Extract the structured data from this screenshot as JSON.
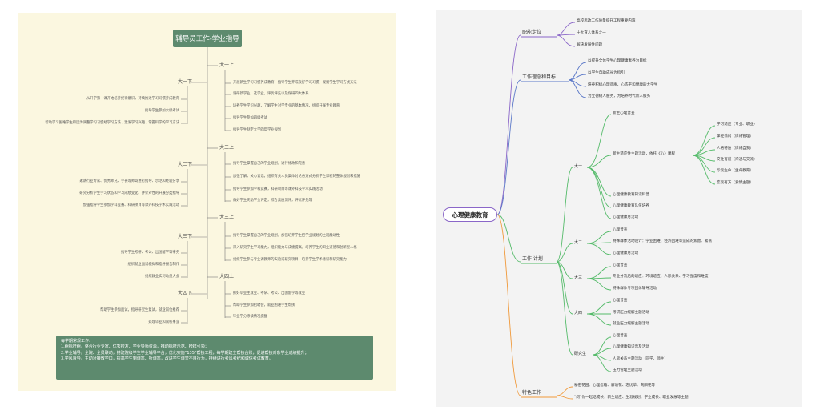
{
  "left": {
    "title": "辅导员工作-学业指导",
    "colors": {
      "panel": "#fbf7e0",
      "root": "#5d8a6e",
      "line": "#777777"
    },
    "up_branches": [
      {
        "label": "大一上",
        "items": [
          "开展新生学习习惯养成教育，指导学生养成良好学习习惯，规划学生学习方式方法",
          "调研新学业，选学业，评优评先以及保研四大体系",
          "培养学生学习兴趣，了解学生对学专业的基本情况，组织开展专业教育",
          "指导学生参加四级考试",
          "指导学生制定大学四年学业规划"
        ]
      },
      {
        "label": "大二上",
        "items": [
          "指导学生掌握自己的学业规划，进行修改和完善",
          "加强了解，关心谈话，组织有关人员集体讨论各方式分析学生课程的整体规划和措施",
          "指导学生参加学科竞赛，科研项目等课外科技学术实践活动",
          "做好学生奖助学金评定，综合素质测评，评优评先等"
        ]
      },
      {
        "label": "大三上",
        "items": [
          "指导学生掌握自己的学业规划，加强培养学生把学业规划的主观能动性",
          "深入研究学生学习能力，组织能力与成绩提高，培养学生的职业道德和创新型人格",
          "组织学生参与专业课教师的实验或研究项目，培养学生学术意识和研究能力"
        ]
      },
      {
        "label": "大四上",
        "items": [
          "抓好毕业生就业、考研、考公、出国留学等就业",
          "帮助学生参加招聘会，就业困难学生帮扶",
          "毕业学分修读情况提醒"
        ]
      }
    ],
    "down_branches": [
      {
        "label": "大一下",
        "items": [
          "从开学第一课开始培养纪律意识，持续推进学习习惯养成教育",
          "指导学生参加六级考试",
          "帮助学习困难学生和因为调整学习习惯经学习方法、激发学习兴趣、掌握科学的学习方法"
        ]
      },
      {
        "label": "大二下",
        "items": [
          "邀请行业专家、优秀师兄、学长等师哥进行指导、示范和经验分享",
          "研究分析学生学习状态和学习成绩变化，并针对性的开展分类指导",
          "加强指导学生参加学科竞赛、科研项目等课外科技学术实践活动"
        ]
      },
      {
        "label": "大三下",
        "items": [
          "指导学生考研、考公、出国留学等事务",
          "组织就业面试模拟和指导报告制作",
          "组织就业实习动员大会"
        ]
      },
      {
        "label": "大四下",
        "items": [
          "帮助学生参加面试，指导研究生复试，就业岗位推荐",
          "处理毕业和离校事宜"
        ]
      }
    ],
    "summary": {
      "heading": "每学期常规工作:",
      "lines": [
        "1.树标杆树。整合行业专家、优秀校友、学业导师资源，推动标杆示范、榜样引领；",
        "2.学业辅导。全院、全员联动，搭建院级学生学业辅导平台，优化实施“135”帮扶工程，每学期建立帮扶台账，促进帮扶对象学业成绩提升；",
        "3.学风督导。主动对接教学口，提高学生到课率、听课率，改进学生课堂不良行为，持续进行考风考纪和诚信考试教育。"
      ]
    }
  },
  "right": {
    "root": "心理健康教育",
    "colors": {
      "purple": "#8a66c8",
      "blue": "#5b78c8",
      "green": "#55bb6a",
      "orange": "#f0993a"
    },
    "branches": {
      "role": {
        "label": "职能定位",
        "items": [
          "高校思政工作质量提升工程重要内容",
          "十大育人体系之一",
          "解决发展性问题"
        ]
      },
      "concept": {
        "label": "工作理念和目标",
        "items": [
          "以提升全体学生心理健康素养为目标",
          "以学生自助成长为指引",
          "培养积极心理品质、心态平和健康的大学生",
          "为立德树人服务，为培养时代新人服务"
        ]
      },
      "plan": {
        "label": "工作 计划",
        "grade1": {
          "label": "大一",
          "top": "新生心理普查",
          "course": "新生适应性主题活动，依托《心》课程",
          "course_items": [
            "学习适应（专业、职业）",
            "掌控情绪（情绪管理）",
            "人格特质（情绪自我）",
            "交往有道（沟通与交流）",
            "珍爱生命（生命教育）",
            "恋爱有方（爱情主题）"
          ],
          "items": [
            "心理健康教育知识科普",
            "心理健康教育队伍培养",
            "心理健康月活动"
          ]
        },
        "grade2": {
          "label": "大二",
          "items": [
            "心理普查",
            "特殊群体活动设计：学业困难、经济困难等造成的焦虑、紧张",
            "心理健康月活动"
          ]
        },
        "grade3": {
          "label": "大三",
          "items": [
            "心理普查",
            "专业分流后的适应：环境适应、人际关系、学习强度和难度",
            "特殊群体专项团体辅导活动"
          ]
        },
        "grade4": {
          "label": "大四",
          "items": [
            "心理普查",
            "考研压力缓解主题活动",
            "就业压力缓解主题活动"
          ]
        },
        "grad": {
          "label": "研究生",
          "items": [
            "心理普查",
            "心理健康知识普及活动",
            "人际关系主题活动（同学、师生）",
            "压力管理主题活动"
          ]
        }
      },
      "feature": {
        "label": "特色工作",
        "items": [
          "秘密花园：心理信箱、解语花、忘忧草、向阳花等",
          "“问”你一起话成长：新生适应、生涯规划、学业成长、职业发展等主题"
        ]
      }
    }
  }
}
